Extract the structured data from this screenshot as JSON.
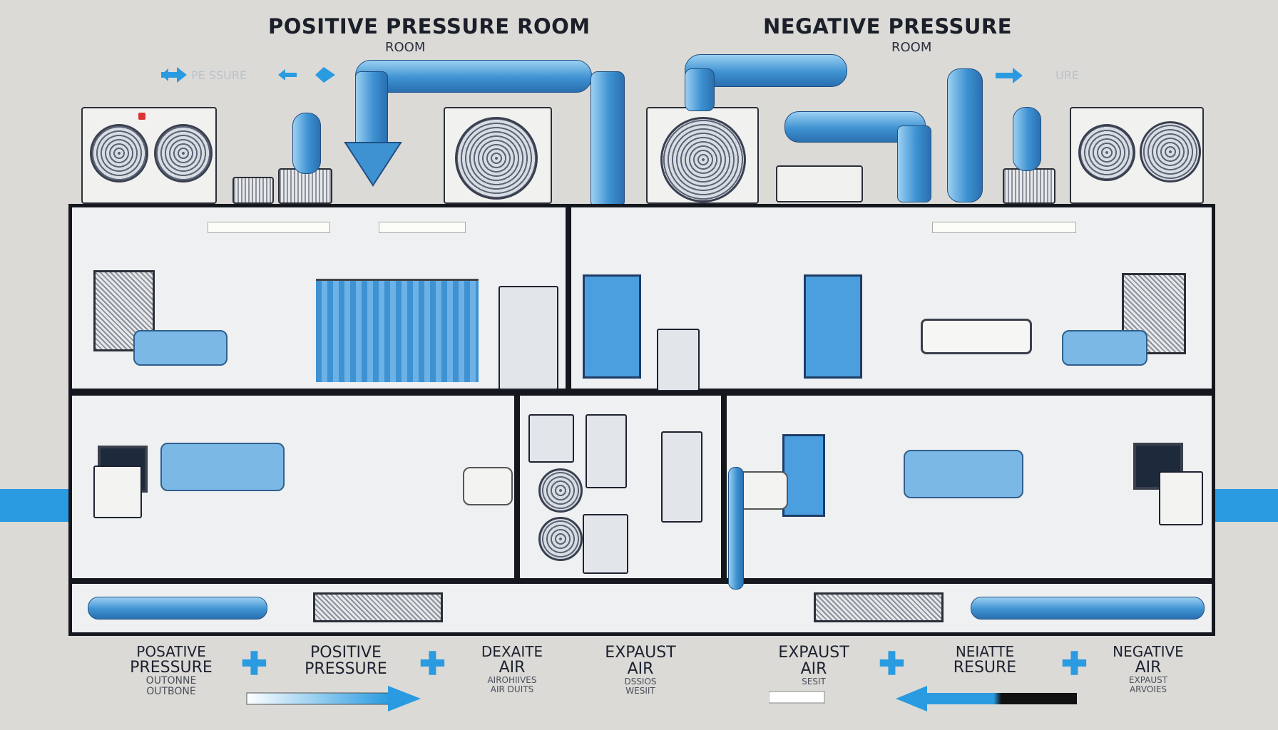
{
  "titles": {
    "left_title": "POSITIVE PRESSURE ROOM",
    "left_sub": "ROOM",
    "right_title": "NEGATIVE PRESSURE",
    "right_sub": "ROOM",
    "faint_left": "PE  SSURE",
    "faint_right": "URE"
  },
  "bottom_labels": [
    {
      "line1": "POSATIVE",
      "line2": "PRESSURE",
      "line3": "OUTONNE",
      "line4": "OUTBONE"
    },
    {
      "line1": "POSITIVE",
      "line2": "PRESSURE"
    },
    {
      "line1": "DEXAITE",
      "line2": "AIR",
      "line3": "AIROHIIVES",
      "line4": "AIR DUITS"
    },
    {
      "line1": "EXPAUST",
      "line2": "AIR",
      "line3": "DSSIOS",
      "line4": "WESIIT"
    },
    {
      "line1": "EXPAUST",
      "line2": "AIR",
      "line3": "SESIT"
    },
    {
      "line1": "NEIATTE",
      "line2": "RESURE"
    },
    {
      "line1": "NEGATIVE",
      "line2": "AIR",
      "line3": "EXPAUST",
      "line4": "ARVOIES"
    }
  ],
  "colors": {
    "accent": "#2a9be0",
    "pipe": "#3e92d2",
    "frame": "#14171e"
  },
  "icons": [
    "plus-icon",
    "arrow-right-icon",
    "arrow-left-icon",
    "arrow-down-icon",
    "fan-icon"
  ]
}
